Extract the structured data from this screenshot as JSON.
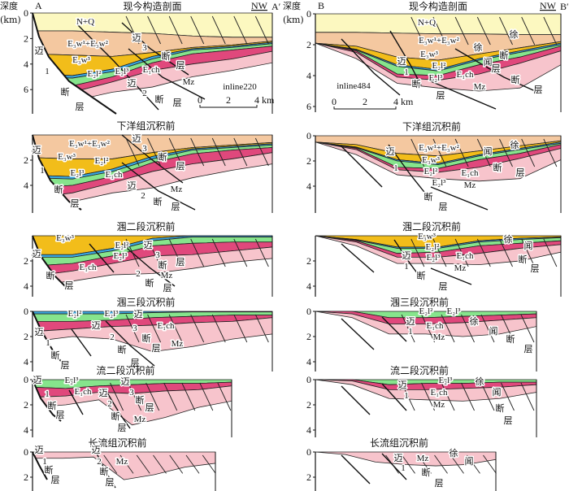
{
  "axis": {
    "depth_label": "深度",
    "unit_label": "(km)"
  },
  "colors": {
    "N+Q": "#fcf8c0",
    "E3w1+E3w2": "#f4c8a0",
    "E3w3": "#f2bd1a",
    "E2l2": "#3aa6e0",
    "E2l3": "#86e48c",
    "E1ch": "#e0487c",
    "Mz": "#f7c4cc"
  },
  "panels": [
    {
      "title": "现今构造剖面",
      "ticks": [
        "0",
        "2",
        "4",
        "6"
      ],
      "corner_left": "A",
      "corner_right": "NW",
      "corner_right2": "A′",
      "scale": [
        "0",
        "2",
        "4 km"
      ],
      "labels": [
        "N+Q",
        "E₃w¹+E₃w²",
        "E₃w³",
        "E₂l²",
        "E₂l³",
        "E₁ch",
        "Mz",
        "inline220",
        "迈",
        "1",
        "断",
        "层",
        "迈",
        "3",
        "断",
        "层",
        "迈",
        "2",
        "断",
        "层"
      ]
    },
    {
      "title": "现今构造剖面",
      "ticks": [
        "0",
        "2",
        "4",
        "6"
      ],
      "corner_left": "B",
      "corner_right": "NW",
      "corner_right2": "B′",
      "scale": [
        "0",
        "2",
        "4 km"
      ],
      "labels": [
        "N+Q",
        "E₃w¹+E₃w²",
        "E₃w³",
        "E₂l²",
        "E₂l³",
        "E₁ch",
        "Mz",
        "inline484",
        "迈",
        "1",
        "断",
        "层",
        "徐",
        "闻",
        "徐",
        "断",
        "层",
        "断",
        "层"
      ]
    },
    {
      "title": "下洋组沉积前",
      "ticks": [
        "2",
        "4"
      ],
      "labels": [
        "E₃w¹+E₃w²",
        "E₃w³",
        "E₂l²",
        "E₂l³",
        "E₁ch",
        "Mz",
        "迈",
        "1",
        "断",
        "层",
        "迈",
        "3",
        "断",
        "层",
        "迈",
        "2",
        "断",
        "层"
      ]
    },
    {
      "title": "下洋组沉积前",
      "ticks": [
        "0",
        "2",
        "4"
      ],
      "labels": [
        "E₃w¹+E₃w²",
        "E₃w³",
        "E₂l²",
        "E₂l³",
        "E₁ch",
        "Mz",
        "迈",
        "1",
        "断",
        "层",
        "徐",
        "闻",
        "断",
        "层"
      ]
    },
    {
      "title": "涠二段沉积前",
      "ticks": [
        "2",
        "4"
      ],
      "labels": [
        "E₃w³",
        "E₂l²",
        "E₂l³",
        "E₁ch",
        "Mz",
        "迈",
        "断",
        "层",
        "迈",
        "3",
        "断",
        "层",
        "2",
        "断",
        "层"
      ]
    },
    {
      "title": "涠二段沉积前",
      "ticks": [
        "2",
        "4"
      ],
      "labels": [
        "E₃w³",
        "E₂l²",
        "E₂l³",
        "E₁ch",
        "Mz",
        "迈",
        "1",
        "断",
        "层",
        "徐",
        "闻",
        "断",
        "层"
      ]
    },
    {
      "title": "涠三段沉积前",
      "ticks": [
        "0",
        "2",
        "4"
      ],
      "labels": [
        "E₂l²",
        "E₂l³",
        "迈",
        "迈",
        "3",
        "E₁ch",
        "断",
        "层",
        "Mz",
        "迈",
        "1",
        "断",
        "层",
        "2",
        "断",
        "层"
      ]
    },
    {
      "title": "涠三段沉积前",
      "ticks": [
        "0",
        "2",
        "4"
      ],
      "labels": [
        "E₂l²",
        "E₂l³",
        "E₁ch",
        "Mz",
        "迈",
        "1",
        "徐",
        "闻",
        "断",
        "层"
      ]
    },
    {
      "title": "流二段沉积前",
      "ticks": [
        "0",
        "2",
        "4"
      ],
      "labels": [
        "迈",
        "1",
        "断",
        "层",
        "E₂l³",
        "E₁ch",
        "迈",
        "2",
        "断",
        "层",
        "迈",
        "3",
        "断",
        "层",
        "Mz"
      ]
    },
    {
      "title": "流二段沉积前",
      "ticks": [
        "0",
        "2",
        "4"
      ],
      "labels": [
        "E₂l³",
        "迈",
        "1",
        "E₁ch",
        "Mz",
        "徐",
        "闻",
        "断",
        "层"
      ]
    },
    {
      "title": "长流组沉积前",
      "ticks": [
        "0",
        "2"
      ],
      "labels": [
        "迈",
        "1",
        "断",
        "层",
        "迈",
        "2",
        "断",
        "层",
        "Mz"
      ]
    },
    {
      "title": "长流组沉积前",
      "ticks": [
        "0",
        "2"
      ],
      "labels": [
        "迈",
        "1",
        "Mz",
        "徐",
        "闻",
        "断",
        "层"
      ]
    }
  ]
}
